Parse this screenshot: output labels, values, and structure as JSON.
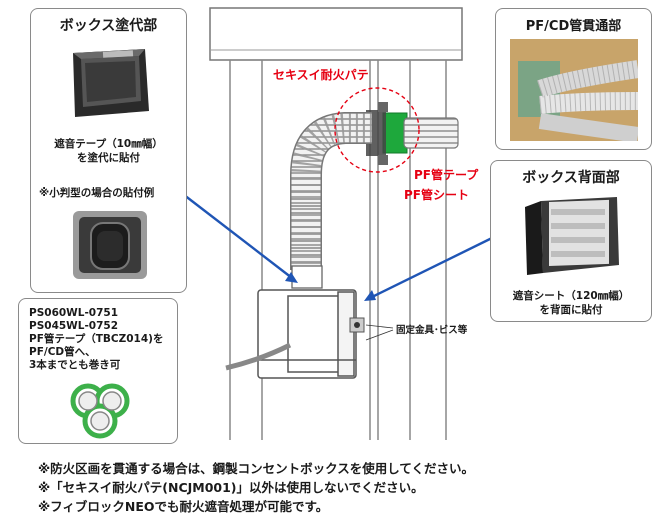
{
  "panels": {
    "box_frame": {
      "title": "ボックス塗代部",
      "caption_lines": [
        "遮音テープ（10㎜幅）",
        "を塗代に貼付"
      ],
      "small_title": "※小判型の場合の貼付例"
    },
    "pf_cd": {
      "title": "PF/CD管貫通部"
    },
    "box_back": {
      "title": "ボックス背面部",
      "caption_lines": [
        "遮音シート（120㎜幅）",
        "を背面に貼付"
      ]
    },
    "spec": {
      "lines": [
        "PS060WL-0751",
        "PS045WL-0752",
        "PF管テープ（TBCZ014)を",
        "PF/CD管へ、",
        "3本までとも巻き可"
      ]
    }
  },
  "labels": {
    "putty": "セキスイ耐火パテ",
    "pf_tape": "PF管テープ",
    "pf_sheet": "PF管シート",
    "fixing": "固定金具･ビス等"
  },
  "notes": [
    "※防火区画を貫通する場合は、鋼製コンセントボックスを使用してください。",
    "※「セキスイ耐火パテ(NCJM001)」以外は使用しないでください。",
    "※フィブロックNEOでも耐火遮音処理が可能です。"
  ],
  "colors": {
    "accent_red": "#e60012",
    "arrow_blue": "#1f55b5",
    "putty_green": "#1ea83c",
    "tape_green": "#3db04a"
  },
  "icons": [
    "box-photo",
    "oval-box-photo",
    "pf-pipe-photo",
    "sheet-box-photo",
    "tape-bundle-icon"
  ]
}
